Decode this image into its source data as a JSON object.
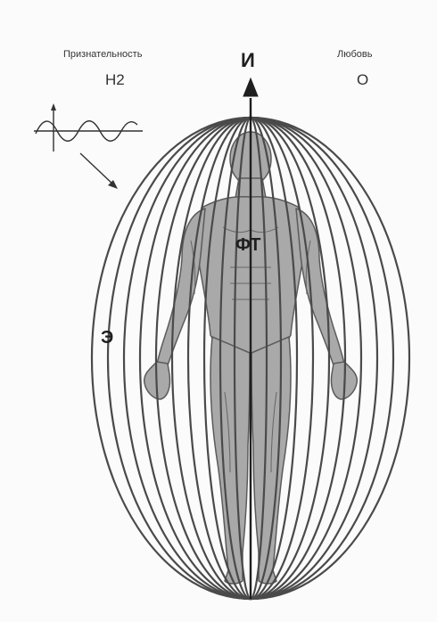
{
  "labels": {
    "gratitude": "Признательность",
    "gratitude_symbol": "Н2",
    "love": "Любовь",
    "love_symbol": "О",
    "info_axis": "И",
    "physical_body": "ФТ",
    "energy_field": "Э"
  },
  "figure": {
    "field_color": "#4a4a4a",
    "body_fill": "#a9a9a9",
    "body_stroke": "#5b5b5b",
    "wave_icon": "sine-wave-icon",
    "arrow_icon": "up-arrow-icon"
  }
}
